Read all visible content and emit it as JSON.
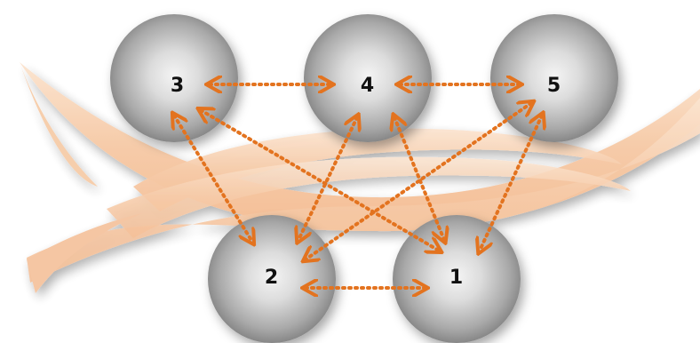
{
  "diagram": {
    "nodes": [
      {
        "id": "1",
        "label": "1"
      },
      {
        "id": "2",
        "label": "2"
      },
      {
        "id": "3",
        "label": "3"
      },
      {
        "id": "4",
        "label": "4"
      },
      {
        "id": "5",
        "label": "5"
      }
    ],
    "connections": [
      {
        "from": "3",
        "to": "4",
        "bidirectional": true
      },
      {
        "from": "4",
        "to": "5",
        "bidirectional": true
      },
      {
        "from": "2",
        "to": "1",
        "bidirectional": true
      },
      {
        "from": "3",
        "to": "2",
        "bidirectional": true
      },
      {
        "from": "3",
        "to": "1",
        "bidirectional": true
      },
      {
        "from": "4",
        "to": "2",
        "bidirectional": true
      },
      {
        "from": "4",
        "to": "1",
        "bidirectional": true
      },
      {
        "from": "5",
        "to": "2",
        "bidirectional": true
      },
      {
        "from": "5",
        "to": "1",
        "bidirectional": true
      }
    ],
    "colors": {
      "arrow": "#e3731f",
      "band": "#f6c9a4",
      "sphere_light": "#f2f2f2",
      "sphere_dark": "#7a7a7a"
    }
  }
}
